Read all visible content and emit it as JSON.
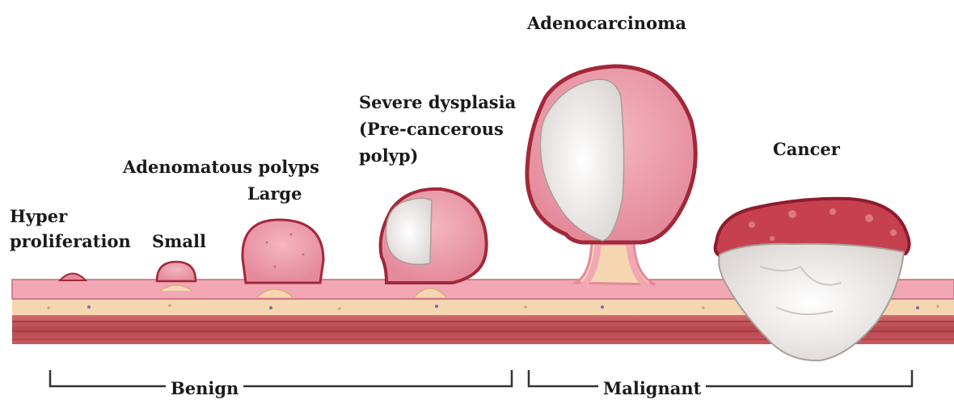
{
  "labels": {
    "hyper_line1": "Hyper",
    "hyper_line2": "proliferation",
    "small": "Small",
    "adenomatous_polyps": "Adenomatous polyps",
    "large": "Large",
    "severe_line1": "Severe dysplasia",
    "severe_line2": "(Pre-cancerous",
    "severe_line3": "polyp)",
    "adenocarcinoma": "Adenocarcinoma",
    "cancer": "Cancer",
    "benign": "Benign",
    "malignant": "Malignant"
  },
  "colors": {
    "mucosa": "#f2a7b4",
    "polyp_outline": "#a2283a",
    "tumor_white": "#f4f1ee",
    "submucosa": "#f4d6b0",
    "muscle": "#b8474f",
    "label_text": "#1a1a1a"
  }
}
